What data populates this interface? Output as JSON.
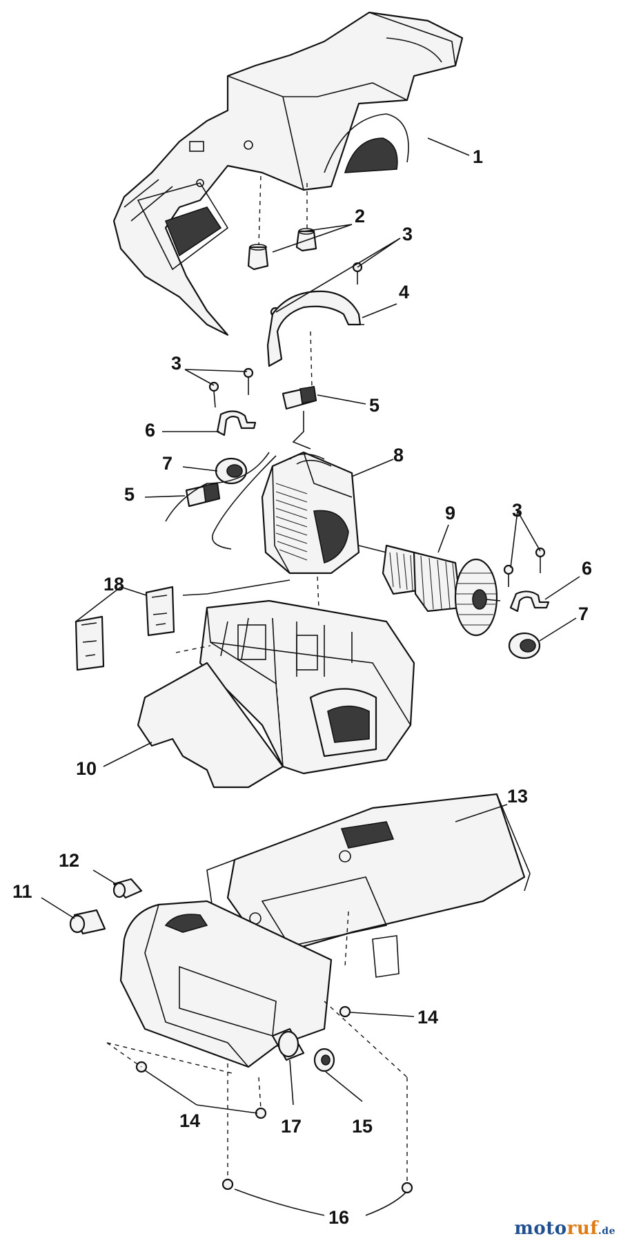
{
  "callouts": [
    "1",
    "2",
    "3",
    "4",
    "5",
    "6",
    "7",
    "8",
    "9",
    "10",
    "11",
    "12",
    "13",
    "14",
    "15",
    "16",
    "17",
    "18"
  ],
  "watermark": {
    "part1": "moto",
    "part2": "ruf",
    "part3": ".de"
  }
}
